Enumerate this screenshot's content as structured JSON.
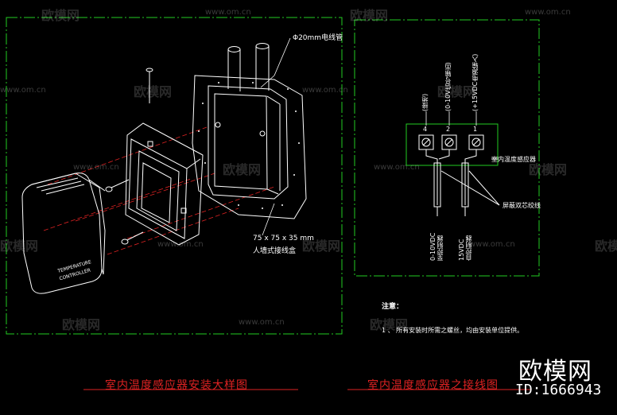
{
  "left_panel": {
    "conduit_label": "Φ20mm电线管",
    "box_size": "75 x 75 x 35 mm",
    "box_name": "人墙式接线盒",
    "device_text_1": "TEMPERATURE",
    "device_text_2": "CONTROLLER",
    "title": "室内温度感应器安装大样图"
  },
  "right_panel": {
    "vertical_labels": [
      "(接地)",
      "(0-10V信号输出)",
      "(+15VDC电源输入)"
    ],
    "terminal_numbers": [
      "4",
      "2",
      "1"
    ],
    "sensor_label": "室内温度感应器",
    "cable_label": "屏蔽双芯绞线",
    "bottom_labels": [
      "0-10VDC\n至控制器",
      "15VDC\n自控制器"
    ],
    "title": "室内温度感应器之接线图"
  },
  "notes": {
    "heading": "注意：",
    "item_1": "1 、 所有安装时所需之螺丝，均由安装单位提供。"
  },
  "watermark": {
    "brand": "欧模网",
    "url": "www.om.cn",
    "id": "ID:1666943"
  },
  "colors": {
    "frame": "#22cc22",
    "title": "#dd2222",
    "hidden_line": "#dd2222",
    "line": "#ffffff",
    "background": "#000000"
  }
}
